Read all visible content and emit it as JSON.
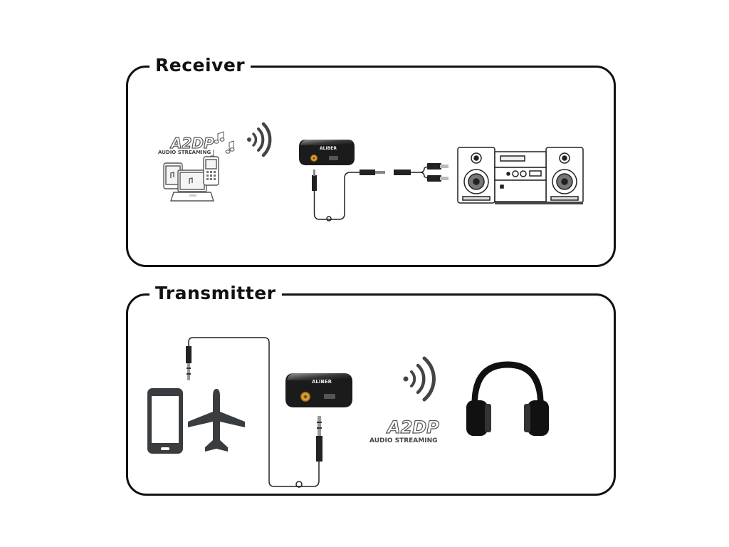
{
  "receiver": {
    "title": "Receiver",
    "a2dp_label": "A2DP",
    "streaming_label": "AUDIO STREAMING",
    "device_brand": "ALIBER"
  },
  "transmitter": {
    "title": "Transmitter",
    "a2dp_label": "A2DP",
    "streaming_label": "AUDIO STREAMING",
    "device_brand": "ALIBER"
  },
  "icons": {
    "source_devices": "laptop-tablet-phone-icon",
    "music_notes": "music-notes-icon",
    "wireless_signal": "wireless-signal-icon",
    "bluetooth_adapter": "bluetooth-adapter-icon",
    "audio_cable": "audio-cable-icon",
    "rca_plugs": "rca-plugs-icon",
    "stereo_system": "stereo-system-icon",
    "smartphone": "smartphone-icon",
    "airplane": "airplane-icon",
    "headphones": "headphones-icon"
  },
  "colors": {
    "outline": "#111111",
    "device_body": "#1b1b1b",
    "jack_accent": "#f0a020",
    "icon_gray": "#3a3d40"
  }
}
